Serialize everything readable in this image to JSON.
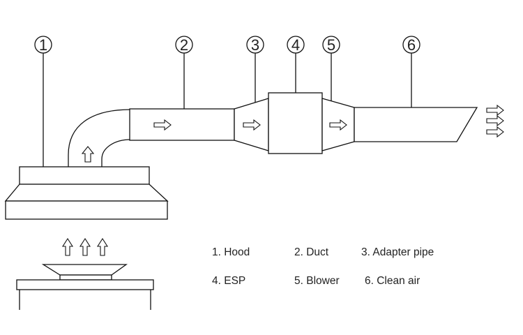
{
  "callouts": [
    {
      "number": "1"
    },
    {
      "number": "2"
    },
    {
      "number": "3"
    },
    {
      "number": "4"
    },
    {
      "number": "5"
    },
    {
      "number": "6"
    }
  ],
  "legend": {
    "items": [
      {
        "text": "1. Hood"
      },
      {
        "text": "2. Duct"
      },
      {
        "text": "3. Adapter pipe"
      },
      {
        "text": "4. ESP"
      },
      {
        "text": "5. Blower"
      },
      {
        "text": "6. Clean air"
      }
    ]
  },
  "colors": {
    "stroke": "#111111",
    "background": "#ffffff"
  }
}
